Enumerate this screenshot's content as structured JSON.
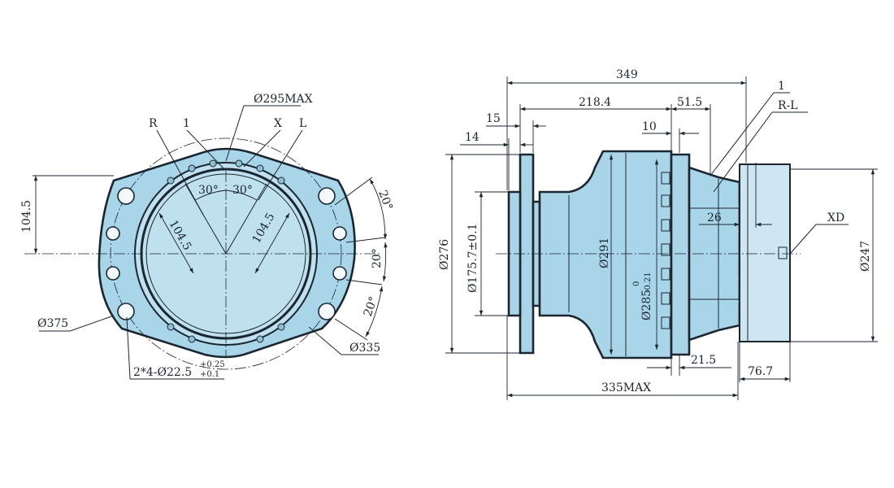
{
  "front_view": {
    "labels": {
      "r": "R",
      "one": "1",
      "x": "X",
      "l": "L",
      "flange_max": "Ø295MAX",
      "angle_left": "30°",
      "angle_right": "30°",
      "dim_left_offset": "104.5",
      "dim_diag_left": "104.5",
      "dim_diag_right": "104.5",
      "angle_top": "20°",
      "angle_mid": "20°",
      "angle_bot": "20°",
      "bolt_circle": "Ø375",
      "outer_diameter": "Ø335",
      "holes_spec": "2*4-Ø22.5",
      "holes_tol_upper": "+0.25",
      "holes_tol_lower": "+0.1"
    }
  },
  "side_view": {
    "labels": {
      "len_total": "349",
      "len_main": "218.4",
      "len_step": "51.5",
      "flange_t1": "15",
      "flange_t2": "14",
      "dim_10": "10",
      "one": "1",
      "r_l": "R-L",
      "dim_26": "26",
      "xd": "XD",
      "dia_276": "Ø276",
      "dia_175": "Ø175.7±0.1",
      "dia_291": "Ø291",
      "dia_285": "Ø285",
      "dia_285_tol_upper": "0",
      "dia_285_tol_lower": "-0.21",
      "dia_247": "Ø247",
      "dim_21_5": "21.5",
      "dim_76_7": "76.7",
      "len_max": "335MAX"
    }
  },
  "colors": {
    "body_fill": "#a9d5e8",
    "line": "#1b2630"
  }
}
